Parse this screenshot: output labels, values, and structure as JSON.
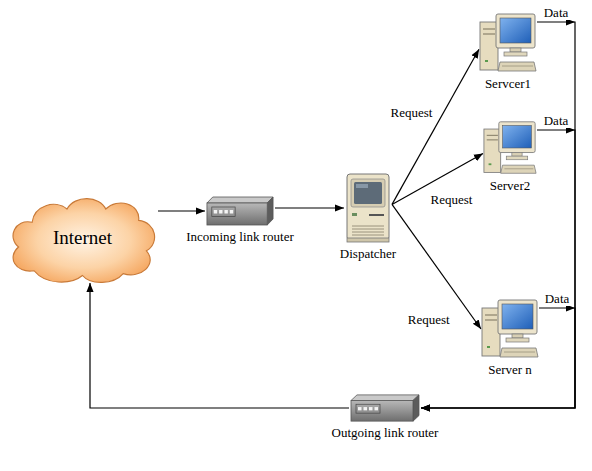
{
  "diagram": {
    "nodes": [
      {
        "text": [
          "Internet"
        ]
      },
      {
        "text": [
          "Incoming link router"
        ]
      },
      {
        "text": [
          "Dispatcher"
        ]
      },
      {
        "text": [
          "Servcer1"
        ]
      },
      {
        "text": [
          "Server2"
        ]
      },
      {
        "text": [
          "Server n"
        ]
      },
      {
        "text": [
          "Outgoing link router"
        ]
      }
    ],
    "edges": [
      {
        "from": 0,
        "to": 1,
        "arrow": "to"
      },
      {
        "from": 1,
        "to": 2,
        "arrow": "to"
      },
      {
        "from": 2,
        "to": 3,
        "label": "Request",
        "arrow": "to"
      },
      {
        "from": 2,
        "to": 4,
        "label": "Request",
        "arrow": "to"
      },
      {
        "from": 2,
        "to": 5,
        "label": "Request",
        "arrow": "to"
      },
      {
        "from": 3,
        "to": 6,
        "label": "Data",
        "arrow": "to"
      },
      {
        "from": 4,
        "to": 6,
        "label": "Data",
        "arrow": "to"
      },
      {
        "from": 5,
        "to": 6,
        "label": "Data",
        "arrow": "to"
      },
      {
        "from": 6,
        "to": 0,
        "arrow": "to"
      }
    ]
  }
}
